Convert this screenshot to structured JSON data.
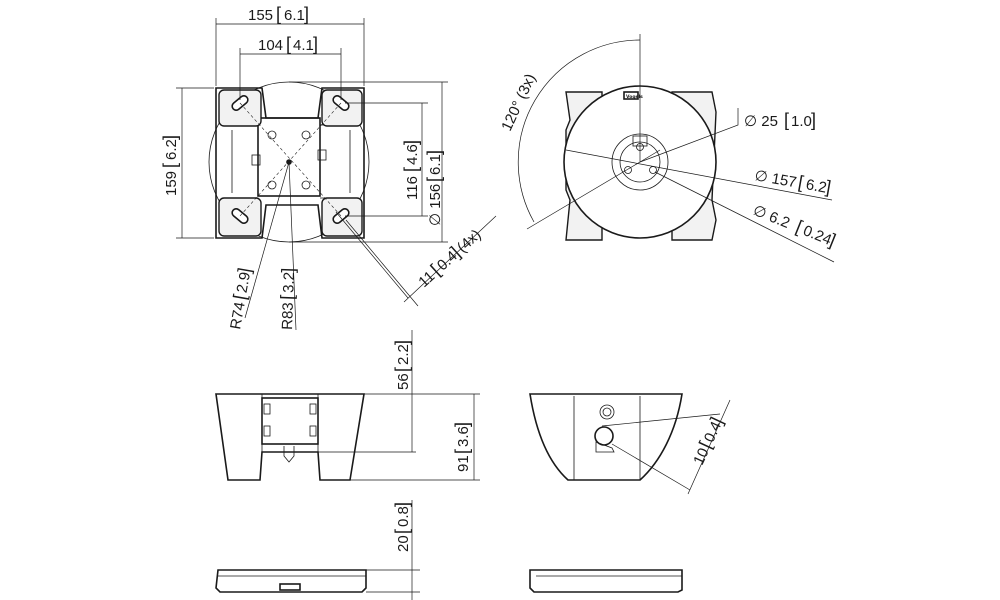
{
  "dimensions": {
    "top_width": "155",
    "top_width_in": "6.1",
    "inner_width": "104",
    "inner_width_in": "4.1",
    "left_height": "159",
    "left_height_in": "6.2",
    "inner_height": "116",
    "inner_height_in": "4.6",
    "dia_156": "∅ 156",
    "dia_156_in": "6.1",
    "slot": "11",
    "slot_in": "0.4",
    "slot_qty": "(4x)",
    "r74": "R74",
    "r74_in": "2.9",
    "r83": "R83",
    "r83_in": "3.2",
    "angle": "120° (3x)",
    "dia_25": "∅ 25",
    "dia_25_in": "1.0",
    "dia_157": "∅ 157",
    "dia_157_in": "6.2",
    "dia_62": "∅ 6.2",
    "dia_62_in": "0.24",
    "h56": "56",
    "h56_in": "2.2",
    "h91": "91",
    "h91_in": "3.6",
    "d10": "10",
    "d10_in": "0.4",
    "h20": "20",
    "h20_in": "0.8"
  },
  "brand_mark": "Vogels"
}
